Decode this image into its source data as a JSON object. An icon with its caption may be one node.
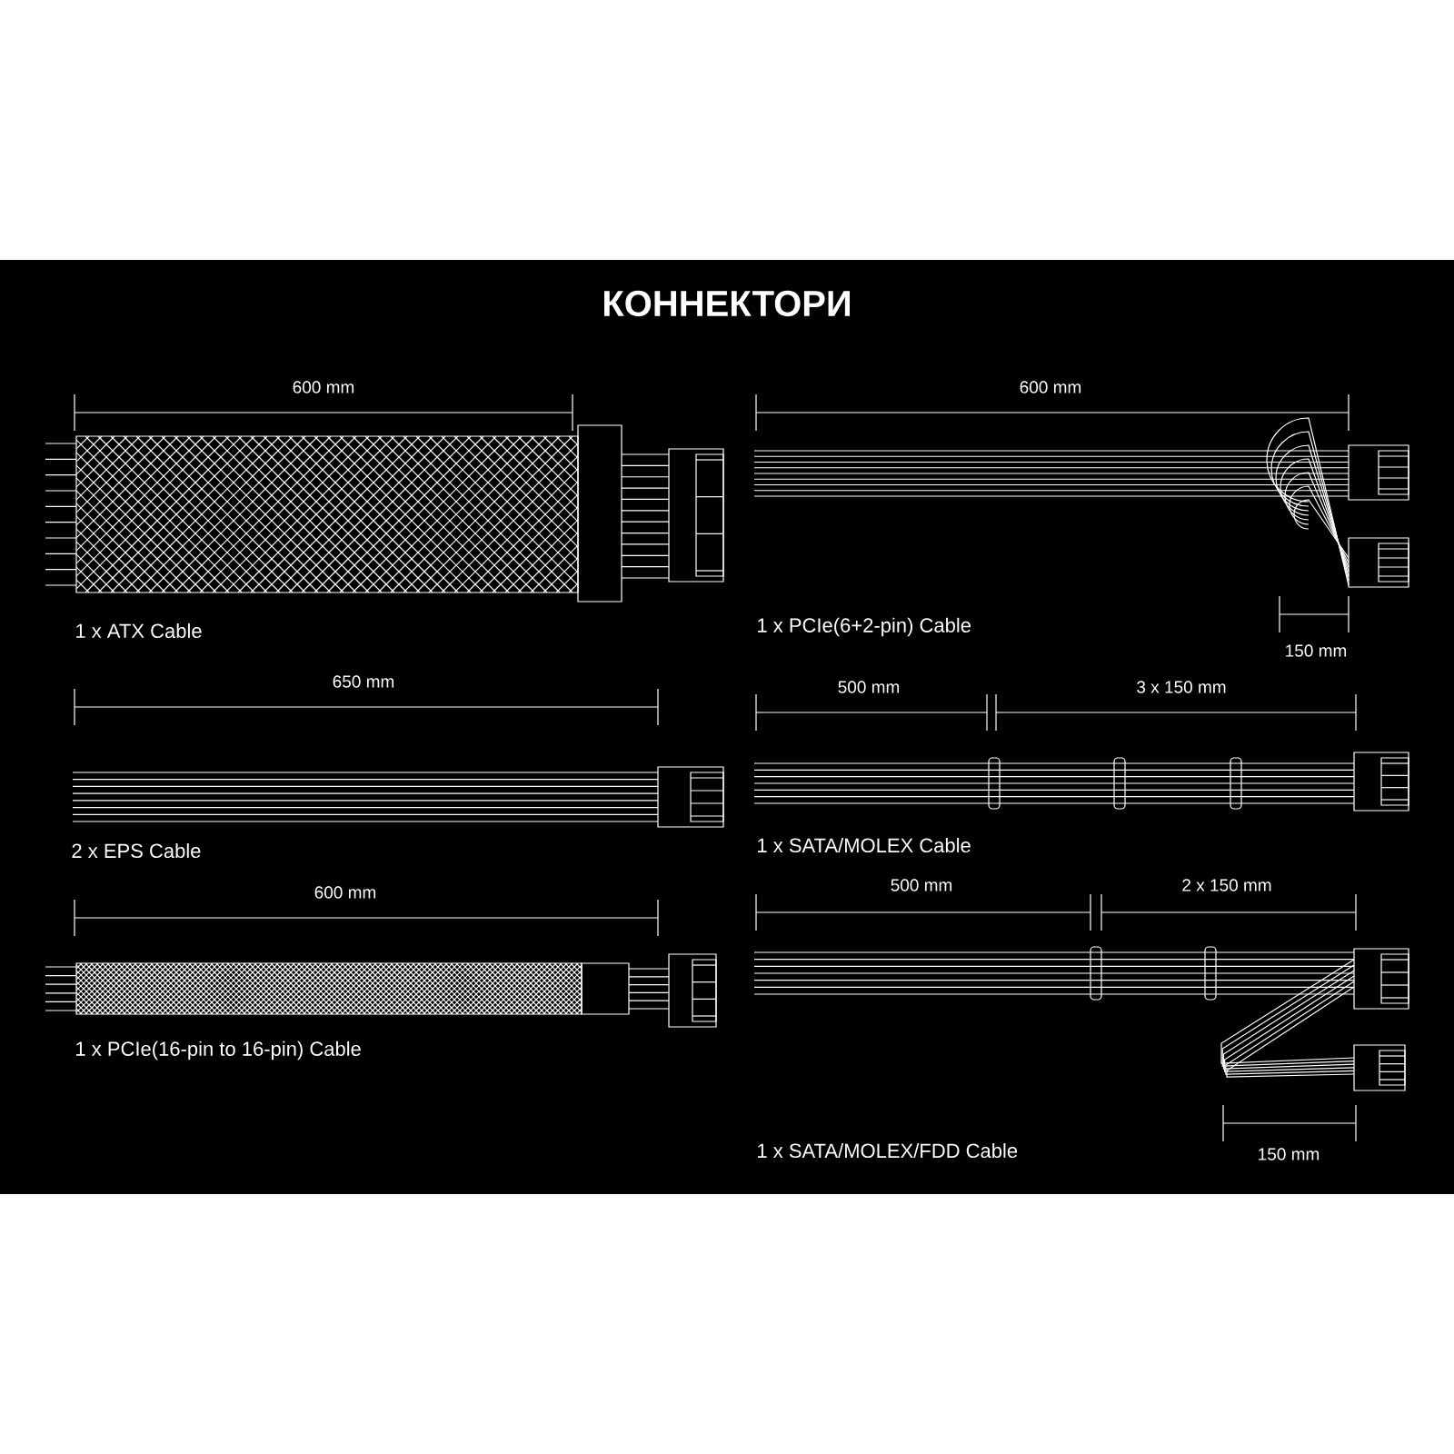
{
  "diagram": {
    "title": "КОННЕКТОРИ",
    "labels": [
      "600 mm",
      "600 mm",
      "1 x ATX Cable",
      "1 x PCIe(6+2-pin) Cable",
      "150 mm",
      "650 mm",
      "500 mm",
      "3 x 150 mm",
      "2 x EPS Cable",
      "1 x SATA/MOLEX Cable",
      "600 mm",
      "500 mm",
      "2 x 150 mm",
      "1 x PCIe(16-pin to 16-pin) Cable",
      "1 x SATA/MOLEX/FDD Cable",
      "150 mm"
    ]
  }
}
